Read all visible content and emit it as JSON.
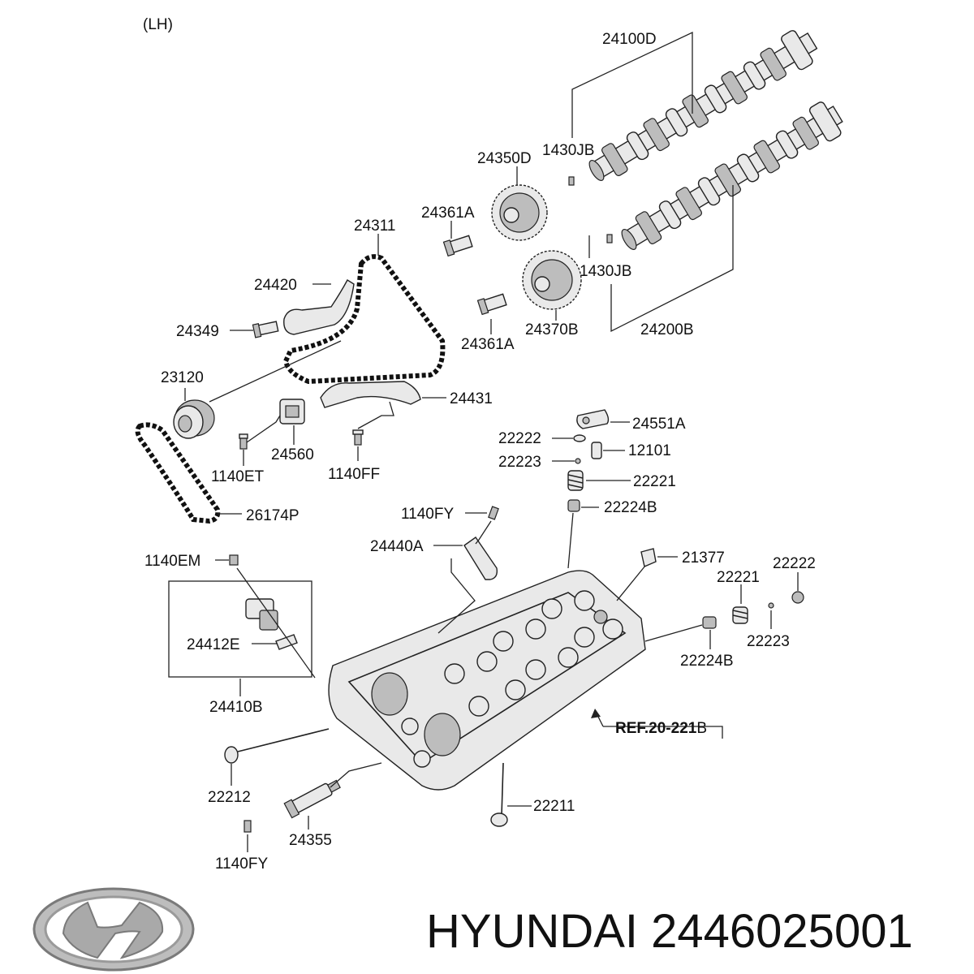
{
  "diagram": {
    "side_label": "(LH)",
    "ref_label_bold": "REF.20-221",
    "ref_label_suffix": "B",
    "parts": {
      "p24100D": "24100D",
      "p1430JB_a": "1430JB",
      "p24350D": "24350D",
      "p24361A_a": "24361A",
      "p24311": "24311",
      "p24420": "24420",
      "p24349": "24349",
      "p1430JB_b": "1430JB",
      "p24361A_b": "24361A",
      "p24370B": "24370B",
      "p24200B": "24200B",
      "p23120": "23120",
      "p24431": "24431",
      "p24560": "24560",
      "p1140ET": "1140ET",
      "p1140FF": "1140FF",
      "p26174P": "26174P",
      "p24551A": "24551A",
      "p22222_a": "22222",
      "p12101": "12101",
      "p22223_a": "22223",
      "p22221_a": "22221",
      "p22224B_a": "22224B",
      "p1140FY_a": "1140FY",
      "p24440A": "24440A",
      "p1140EM": "1140EM",
      "p21377": "21377",
      "p22222_b": "22222",
      "p22221_b": "22221",
      "p22223_b": "22223",
      "p24412E": "24412E",
      "p22224B_b": "22224B",
      "p24410B": "24410B",
      "p22212": "22212",
      "p22211": "22211",
      "p24355": "24355",
      "p1140FY_b": "1140FY"
    }
  },
  "footer": {
    "brand_logo_icon": "hyundai-logo-icon",
    "title": "HYUNDAI 2446025001"
  }
}
